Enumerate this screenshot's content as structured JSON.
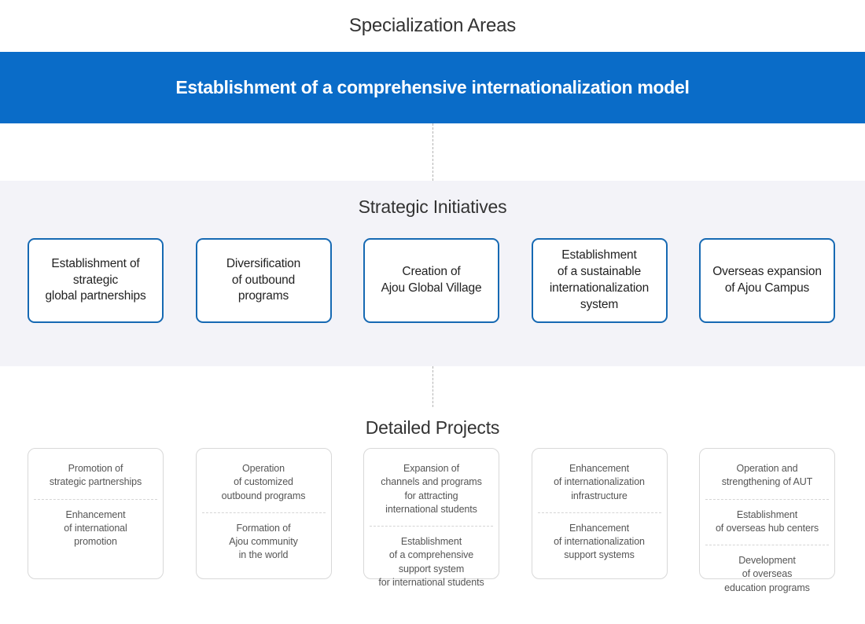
{
  "colors": {
    "banner_blue": "#0a6cc8",
    "band_gray": "#f3f3f8",
    "initiative_border": "#1669b3",
    "detail_border": "#d8d8d8",
    "connector": "#b3b3b3",
    "heading_text": "#333333"
  },
  "specialization": {
    "heading": "Specialization Areas",
    "banner": "Establishment of a comprehensive internationalization model"
  },
  "initiatives": {
    "heading": "Strategic Initiatives",
    "boxes": [
      {
        "label": "Establishment of\nstrategic\nglobal partnerships"
      },
      {
        "label": "Diversification\nof outbound\nprograms"
      },
      {
        "label": "Creation of\nAjou Global Village"
      },
      {
        "label": "Establishment\nof a sustainable\ninternationalization\nsystem"
      },
      {
        "label": "Overseas expansion\nof Ajou Campus"
      }
    ]
  },
  "detailed": {
    "heading": "Detailed Projects",
    "columns": [
      {
        "items": [
          "Promotion of\nstrategic partnerships",
          "Enhancement\nof international\npromotion"
        ]
      },
      {
        "items": [
          "Operation\nof customized\noutbound programs",
          "Formation of\nAjou community\nin the world"
        ]
      },
      {
        "items": [
          "Expansion of\nchannels and programs\nfor attracting\ninternational students",
          "Establishment\nof a comprehensive\nsupport system\nfor international students"
        ]
      },
      {
        "items": [
          "Enhancement\nof internationalization\ninfrastructure",
          "Enhancement\nof internationalization\nsupport systems"
        ]
      },
      {
        "items": [
          "Operation and\nstrengthening of AUT",
          "Establishment\nof overseas hub centers",
          "Development\nof overseas\neducation programs"
        ]
      }
    ]
  }
}
